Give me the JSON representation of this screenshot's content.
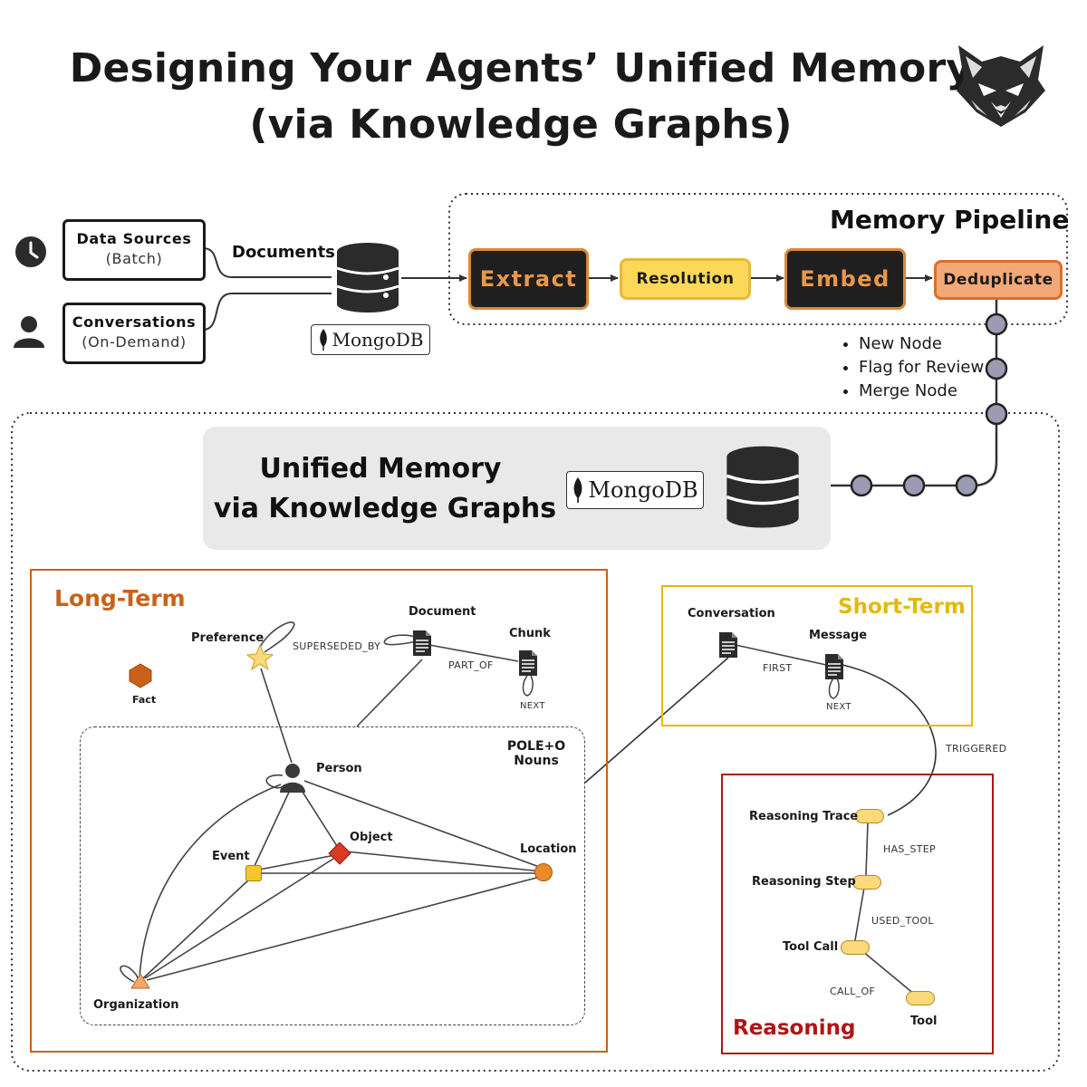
{
  "title": {
    "line1": "Designing Your Agents’ Unified Memory",
    "line2": "(via Knowledge Graphs)"
  },
  "icons": {
    "logo": "wolf-head-icon",
    "clock": "clock-icon",
    "user": "user-icon",
    "database": "database-icon",
    "document": "document-icon"
  },
  "sources": [
    {
      "name": "Data Sources",
      "mode": "(Batch)"
    },
    {
      "name": "Conversations",
      "mode": "(On-Demand)"
    }
  ],
  "documents_label": "Documents",
  "mongodb_label": "MongoDB",
  "pipeline": {
    "title": "Memory Pipeline",
    "steps": [
      "Extract",
      "Resolution",
      "Embed",
      "Deduplicate"
    ]
  },
  "dedup_outcomes": [
    "New Node",
    "Flag for Review",
    "Merge Node"
  ],
  "unified": {
    "line1": "Unified Memory",
    "line2": "via Knowledge Graphs"
  },
  "long_term": {
    "title": "Long-Term",
    "nodes": {
      "preference": "Preference",
      "fact": "Fact",
      "document": "Document",
      "chunk": "Chunk"
    },
    "relations": {
      "superseded_by": "SUPERSEDED_BY",
      "part_of": "PART_OF",
      "next": "NEXT"
    },
    "pole": {
      "title_line1": "POLE+O",
      "title_line2": "Nouns",
      "person": "Person",
      "object": "Object",
      "event": "Event",
      "location": "Location",
      "organization": "Organization"
    }
  },
  "short_term": {
    "title": "Short-Term",
    "conversation": "Conversation",
    "message": "Message",
    "first": "FIRST",
    "next": "NEXT"
  },
  "triggered": "TRIGGERED",
  "reasoning": {
    "title": "Reasoning",
    "trace": "Reasoning Trace",
    "step": "Reasoning Step",
    "tool_call": "Tool Call",
    "tool": "Tool",
    "has_step": "HAS_STEP",
    "used_tool": "USED_TOOL",
    "call_of": "CALL_OF"
  },
  "colors": {
    "long_term": "#c8621a",
    "short_term": "#e4b90c",
    "reasoning": "#b01515",
    "dark_step": "#1f1f1f",
    "step_text": "#e8974a",
    "yellow_step": "#fbd858",
    "orange_step": "#f3a877",
    "flow_dot": "#9c9bb3"
  }
}
